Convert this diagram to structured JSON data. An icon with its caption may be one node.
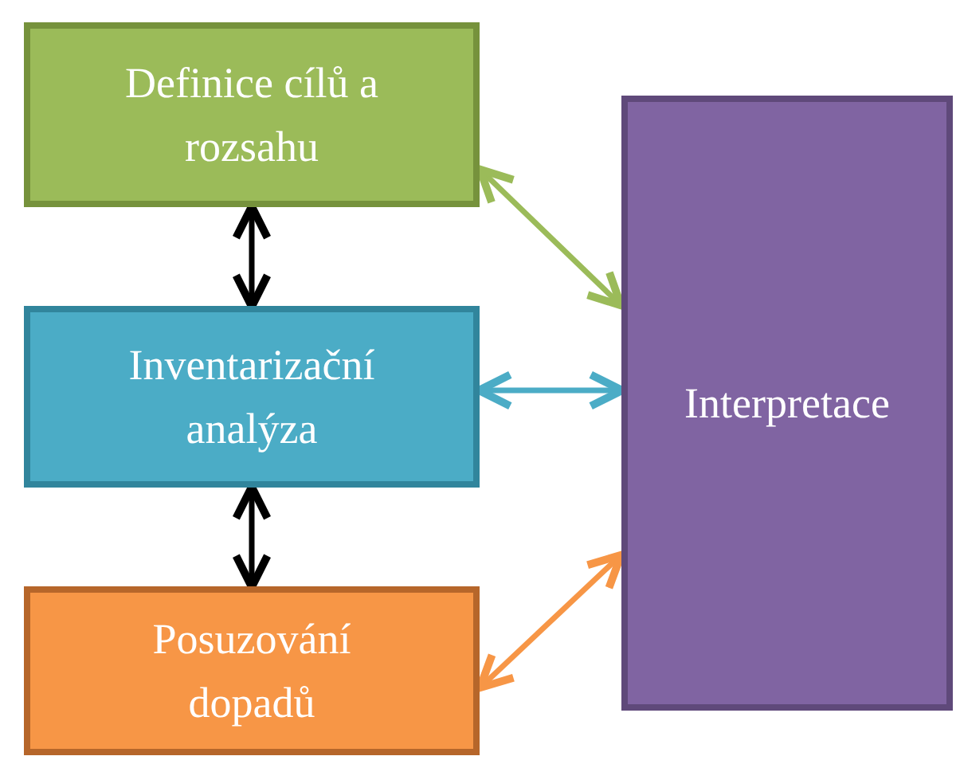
{
  "diagram": {
    "nodes": [
      {
        "text": [
          "Definice cílů a rozsahu"
        ]
      },
      {
        "text": [
          "Inventarizační analýza"
        ]
      },
      {
        "text": [
          "Posuzování dopadů"
        ]
      },
      {
        "text": [
          "Interpretace"
        ]
      }
    ],
    "edges": [
      {
        "from": 0,
        "to": 1,
        "arrow": "both",
        "color": "#000000"
      },
      {
        "from": 1,
        "to": 2,
        "arrow": "both",
        "color": "#000000"
      },
      {
        "from": 0,
        "to": 3,
        "arrow": "both",
        "color": "#9bbb59"
      },
      {
        "from": 1,
        "to": 3,
        "arrow": "both",
        "color": "#4bacc6"
      },
      {
        "from": 2,
        "to": 3,
        "arrow": "both",
        "color": "#f79646"
      }
    ]
  }
}
